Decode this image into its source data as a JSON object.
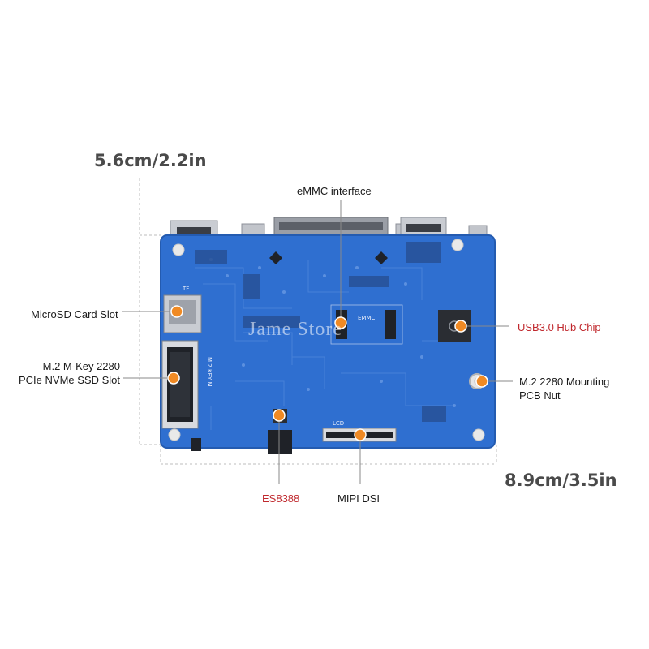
{
  "dimensions": {
    "height": "5.6cm/2.2in",
    "width": "8.9cm/3.5in"
  },
  "labels": {
    "emmc": "eMMC interface",
    "microsd": "MicroSD Card Slot",
    "m2_line1": "M.2 M-Key 2280",
    "m2_line2": "PCIe NVMe SSD Slot",
    "usb_hub": "USB3.0 Hub Chip",
    "mount_line1": "M.2 2280 Mounting",
    "mount_line2": "PCB Nut",
    "es8388": "ES8388",
    "mipi": "MIPI DSI"
  },
  "silkscreen": {
    "emmc": "EMMC",
    "lcd": "LCD",
    "m2key": "M.2 KEY M",
    "tf": "TF"
  },
  "watermark": "Jame Store",
  "colors": {
    "board": "#2f6fd0",
    "accent_marker": "#f08a24",
    "label_red": "#c0282d",
    "dim_text": "#4a4a4a"
  }
}
